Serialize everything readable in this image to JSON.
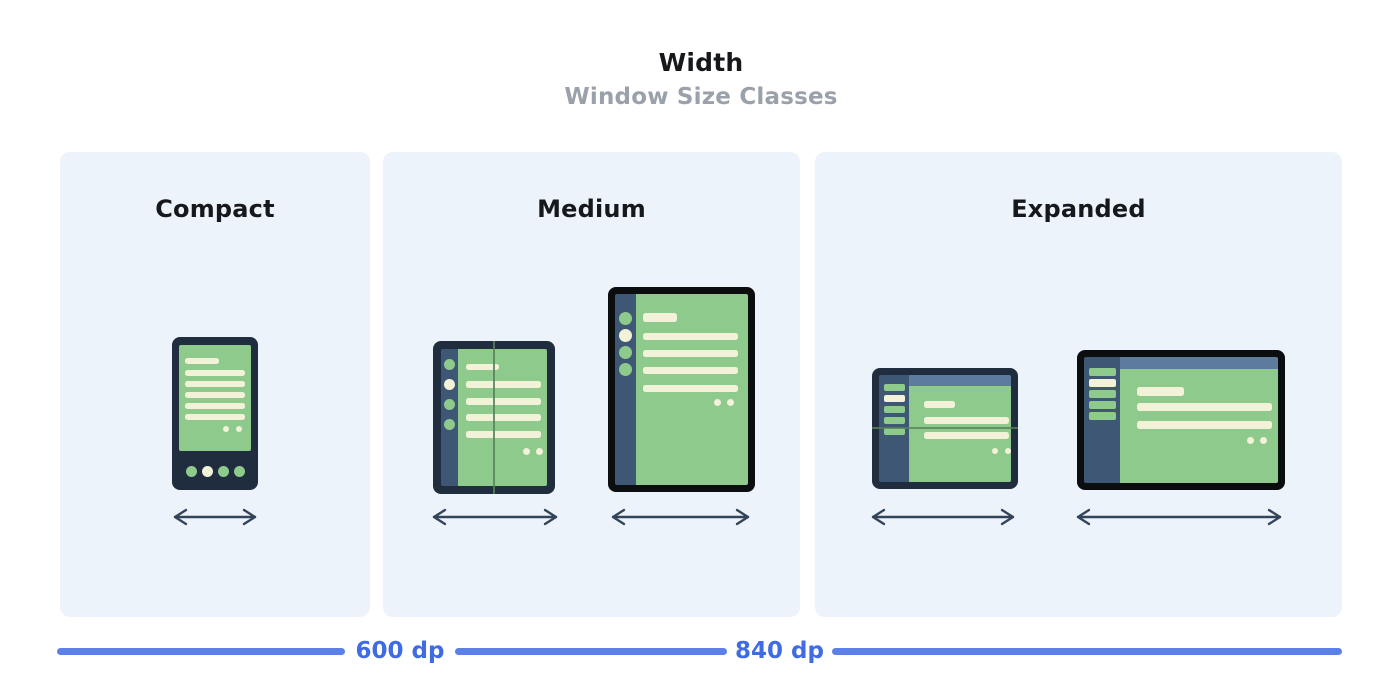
{
  "header": {
    "title": "Width",
    "subtitle": "Window Size Classes"
  },
  "panels": [
    {
      "id": "compact",
      "label": "Compact",
      "device_icons": [
        "phone-portrait-illustration"
      ]
    },
    {
      "id": "medium",
      "label": "Medium",
      "device_icons": [
        "foldable-portrait-illustration",
        "tablet-portrait-illustration"
      ]
    },
    {
      "id": "expanded",
      "label": "Expanded",
      "device_icons": [
        "foldable-landscape-illustration",
        "tablet-landscape-illustration"
      ]
    }
  ],
  "scale": {
    "breakpoints": [
      "600 dp",
      "840 dp"
    ]
  },
  "icons": [
    "horizontal-double-arrow-icon"
  ],
  "colors": {
    "panel": "#edf3fb",
    "navy": "#1f2d3e",
    "black": "#0b0d0f",
    "slate": "#3e5775",
    "slate-light": "#5d7c9d",
    "green": "#8fca8d",
    "cream": "#f2f2d9",
    "line-blue": "#5c80ea",
    "text-blue": "#3f6ce4",
    "arrow": "#33445a",
    "title": "#16181c",
    "subtitle": "#9aa1ab",
    "fold": "#57815a"
  }
}
